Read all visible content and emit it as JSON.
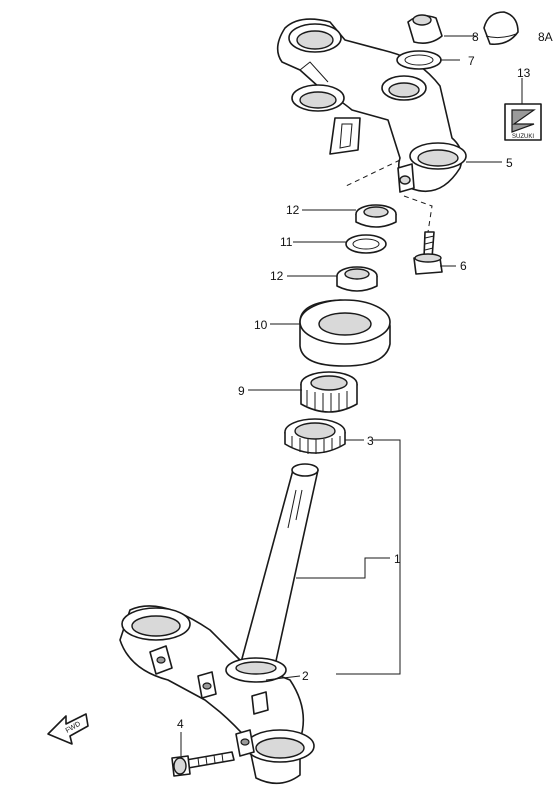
{
  "callouts": {
    "c1": "1",
    "c2": "2",
    "c3": "3",
    "c4": "4",
    "c5": "5",
    "c6": "6",
    "c7": "7",
    "c8": "8",
    "c8a": "8A",
    "c9": "9",
    "c10": "10",
    "c11": "11",
    "c12a": "12",
    "c12b": "12",
    "c13": "13"
  },
  "badge": {
    "text": "SUZUKI"
  },
  "direction_arrow": {
    "text": "FWD"
  }
}
